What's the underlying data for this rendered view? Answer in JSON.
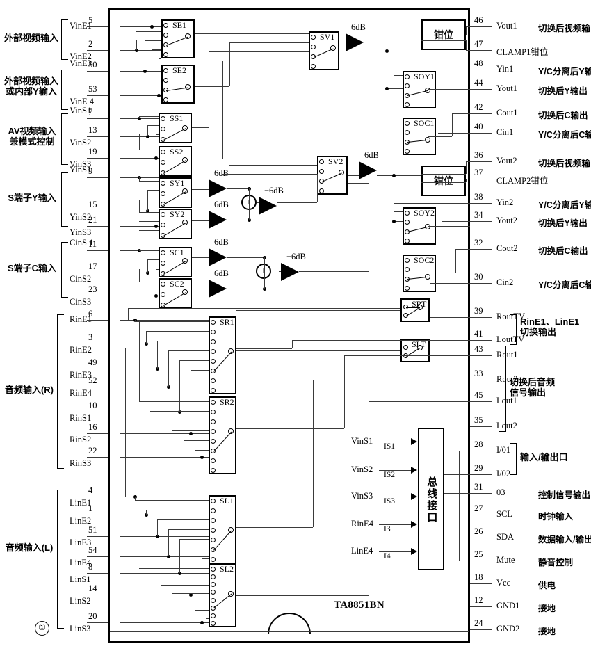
{
  "diagram": {
    "chip_name": "TA8851BN",
    "figure_mark": "①"
  },
  "left_groups": [
    {
      "label": "外部视频输入",
      "pins": [
        "VinE1",
        "VinE2"
      ]
    },
    {
      "label": "外部视频输入\n或内部Y输入",
      "pins": [
        "VinE3",
        "VinE 4"
      ]
    },
    {
      "label": "AV视频输入\n兼模式控制",
      "pins": [
        "VinS1",
        "VinS2",
        "VinS3"
      ]
    },
    {
      "label": "S端子Y输入",
      "pins": [
        "YinS1",
        "YinS2",
        "YinS3"
      ]
    },
    {
      "label": "S端子C输入",
      "pins": [
        "CinS 1",
        "CinS2",
        "CinS3"
      ]
    },
    {
      "label": "音频输入(R)",
      "pins": [
        "RinE1",
        "RinE2",
        "RinE3",
        "RinE4",
        "RinS1",
        "RinS2",
        "RinS3"
      ]
    },
    {
      "label": "音频输入(L)",
      "pins": [
        "LinE1",
        "LinE2",
        "LinE3",
        "LinE4",
        "LinS1",
        "LinS2",
        "LinS3"
      ]
    }
  ],
  "left_pins": [
    {
      "num": "5",
      "name": "VinE1"
    },
    {
      "num": "2",
      "name": "VinE2"
    },
    {
      "num": "50",
      "name": "VinE3"
    },
    {
      "num": "53",
      "name": "VinE 4"
    },
    {
      "num": "7",
      "name": "VinS1"
    },
    {
      "num": "13",
      "name": "VinS2"
    },
    {
      "num": "19",
      "name": "VinS3"
    },
    {
      "num": "9",
      "name": "YinS1"
    },
    {
      "num": "15",
      "name": "YinS2"
    },
    {
      "num": "21",
      "name": "YinS3"
    },
    {
      "num": "11",
      "name": "CinS 1"
    },
    {
      "num": "17",
      "name": "CinS2"
    },
    {
      "num": "23",
      "name": "CinS3"
    },
    {
      "num": "6",
      "name": "RinE1"
    },
    {
      "num": "3",
      "name": "RinE2"
    },
    {
      "num": "49",
      "name": "RinE3"
    },
    {
      "num": "52",
      "name": "RinE4"
    },
    {
      "num": "10",
      "name": "RinS1"
    },
    {
      "num": "16",
      "name": "RinS2"
    },
    {
      "num": "22",
      "name": "RinS3"
    },
    {
      "num": "4",
      "name": "LinE1"
    },
    {
      "num": "1",
      "name": "LinE2"
    },
    {
      "num": "51",
      "name": "LinE3"
    },
    {
      "num": "54",
      "name": "LinE4"
    },
    {
      "num": "8",
      "name": "LinS1"
    },
    {
      "num": "14",
      "name": "LinS2"
    },
    {
      "num": "20",
      "name": "LinS3"
    }
  ],
  "right_pins": [
    {
      "num": "46",
      "name": "Vout1",
      "desc": "切换后视频输出"
    },
    {
      "num": "47",
      "name": "CLAMP1钳位",
      "desc": ""
    },
    {
      "num": "48",
      "name": "Yin1",
      "desc": "Y/C分离后Y输入"
    },
    {
      "num": "44",
      "name": "Yout1",
      "desc": "切换后Y输出"
    },
    {
      "num": "42",
      "name": "Cout1",
      "desc": "切换后C输出"
    },
    {
      "num": "40",
      "name": "Cin1",
      "desc": "Y/C分离后C输入"
    },
    {
      "num": "36",
      "name": "Vout2",
      "desc": "切换后视频输出"
    },
    {
      "num": "37",
      "name": "CLAMP2钳位",
      "desc": ""
    },
    {
      "num": "38",
      "name": "Yin2",
      "desc": "Y/C分离后Y输入"
    },
    {
      "num": "34",
      "name": "Yout2",
      "desc": "切换后Y输出"
    },
    {
      "num": "32",
      "name": "Cout2",
      "desc": "切换后C输出"
    },
    {
      "num": "30",
      "name": "Cin2",
      "desc": "Y/C分离后C输入"
    },
    {
      "num": "39",
      "name": "RoutTV",
      "desc": ""
    },
    {
      "num": "41",
      "name": "LoutTV",
      "desc": ""
    },
    {
      "num": "43",
      "name": "Rout1",
      "desc": ""
    },
    {
      "num": "33",
      "name": "Rout2",
      "desc": ""
    },
    {
      "num": "45",
      "name": "Lout1",
      "desc": ""
    },
    {
      "num": "35",
      "name": "Lout2",
      "desc": ""
    },
    {
      "num": "28",
      "name": "I/01",
      "desc": ""
    },
    {
      "num": "29",
      "name": "I/02",
      "desc": ""
    },
    {
      "num": "31",
      "name": "03",
      "desc": "控制信号输出"
    },
    {
      "num": "27",
      "name": "SCL",
      "desc": "时钟输入"
    },
    {
      "num": "26",
      "name": "SDA",
      "desc": "数据输入/输出"
    },
    {
      "num": "25",
      "name": "Mute",
      "desc": "静音控制"
    },
    {
      "num": "18",
      "name": "Vcc",
      "desc": "供电"
    },
    {
      "num": "12",
      "name": "GND1",
      "desc": "接地"
    },
    {
      "num": "24",
      "name": "GND2",
      "desc": "接地"
    }
  ],
  "right_groups": [
    {
      "label": "RinE1、LinE1\n切换输出",
      "pins": [
        "RoutTV",
        "LoutTV"
      ]
    },
    {
      "label": "切换后音频\n信号输出",
      "pins": [
        "Rout1",
        "Rout2",
        "Lout1",
        "Lout2"
      ]
    },
    {
      "label": "输入/输出口",
      "pins": [
        "I/01",
        "I/02"
      ]
    }
  ],
  "switches": [
    {
      "id": "SE1",
      "contacts": 4
    },
    {
      "id": "SE2",
      "contacts": 4
    },
    {
      "id": "SS1",
      "contacts": 3
    },
    {
      "id": "SS2",
      "contacts": 3
    },
    {
      "id": "SY1",
      "contacts": 3
    },
    {
      "id": "SY2",
      "contacts": 3
    },
    {
      "id": "SC1",
      "contacts": 3
    },
    {
      "id": "SC2",
      "contacts": 3
    },
    {
      "id": "SV1",
      "contacts": 4
    },
    {
      "id": "SV2",
      "contacts": 4
    },
    {
      "id": "SOY1",
      "contacts": 4
    },
    {
      "id": "SOC1",
      "contacts": 4
    },
    {
      "id": "SOY2",
      "contacts": 4
    },
    {
      "id": "SOC2",
      "contacts": 4
    },
    {
      "id": "SR1",
      "contacts": 8
    },
    {
      "id": "SR2",
      "contacts": 8
    },
    {
      "id": "SL1",
      "contacts": 8
    },
    {
      "id": "SL2",
      "contacts": 8
    },
    {
      "id": "SRT",
      "contacts": 2
    },
    {
      "id": "SLT",
      "contacts": 2
    }
  ],
  "amplifiers": [
    {
      "gain": "6dB"
    },
    {
      "gain": "6dB"
    },
    {
      "gain": "6dB"
    },
    {
      "gain": "6dB"
    },
    {
      "gain": "6dB"
    },
    {
      "gain": "6dB"
    },
    {
      "gain": "6dB"
    },
    {
      "gain": "6dB"
    },
    {
      "gain": "−6dB"
    },
    {
      "gain": "−6dB"
    }
  ],
  "amp_labels": {
    "a1": "6dB",
    "a2": "6dB",
    "a3": "6dB",
    "a4": "6dB",
    "a5": "6dB",
    "a6": "6dB",
    "a7": "6dB",
    "a8": "6dB",
    "n1": "−6dB",
    "n2": "−6dB"
  },
  "blocks": {
    "clamp1": "钳位",
    "clamp2": "钳位",
    "bus_interface": "总线接口"
  },
  "bus_inputs": [
    {
      "signal": "VinS1",
      "tag": "IS1"
    },
    {
      "signal": "VinS2",
      "tag": "IS2"
    },
    {
      "signal": "VinS3",
      "tag": "IS3"
    },
    {
      "signal": "RinE4",
      "tag": "I3"
    },
    {
      "signal": "LinE4",
      "tag": "I4"
    }
  ],
  "summers": [
    "+",
    "+"
  ]
}
